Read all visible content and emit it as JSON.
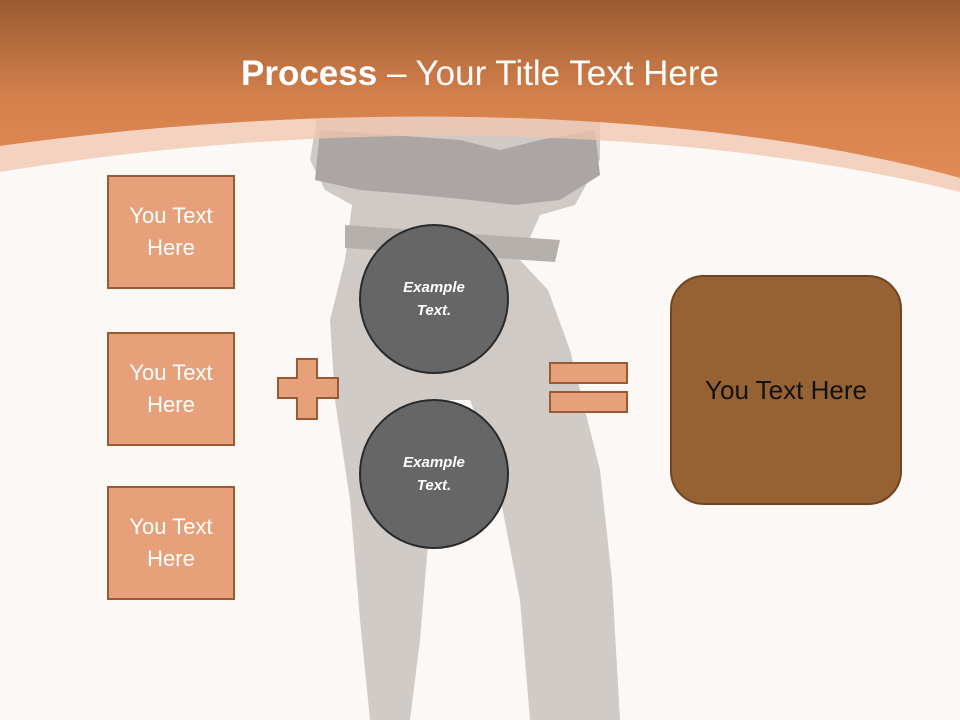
{
  "title": {
    "bold": "Process",
    "rest": " – Your Title Text Here"
  },
  "boxes": [
    "You Text Here",
    "You Text Here",
    "You Text Here"
  ],
  "circles": [
    "Example Text.",
    "Example Text."
  ],
  "result": "You Text Here",
  "colors": {
    "header": "#d98752",
    "box_fill": "#e6a07a",
    "circle_fill": "#666666",
    "result_fill": "#976233",
    "background": "#fbf8f5"
  }
}
